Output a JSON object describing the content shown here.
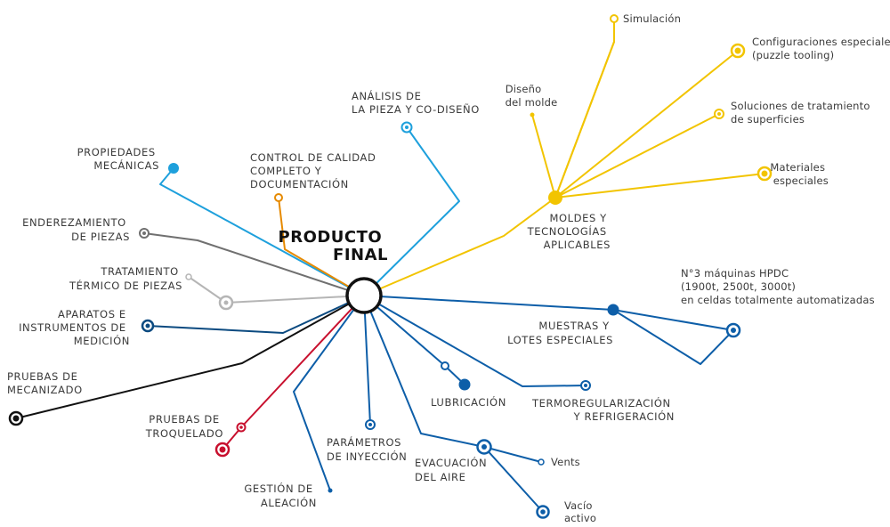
{
  "colors": {
    "blue_light": "#1ea0dc",
    "blue_dark": "#0d5ea8",
    "navy": "#0b4a80",
    "yellow": "#f2c400",
    "orange": "#e68a00",
    "red": "#c8102e",
    "gray_dark": "#707070",
    "gray_light": "#b5b5b5",
    "black": "#111111"
  },
  "center": {
    "line1": "PRODUCTO",
    "line2": "FINAL"
  },
  "branches": {
    "propiedades": [
      "PROPIEDADES",
      "MECÁNICAS"
    ],
    "analisis": [
      "ANÁLISIS DE",
      "LA PIEZA Y CO-DISEÑO"
    ],
    "control": [
      "CONTROL DE CALIDAD",
      "COMPLETO Y",
      "DOCUMENTACIÓN"
    ],
    "enderezamiento": [
      "ENDEREZAMIENTO",
      "DE PIEZAS"
    ],
    "tratamiento": [
      "TRATAMIENTO",
      "TÉRMICO DE PIEZAS"
    ],
    "aparatos": [
      "APARATOS E",
      "INSTRUMENTOS DE",
      "MEDICIÓN"
    ],
    "mecanizado": [
      "PRUEBAS DE",
      "MECANIZADO"
    ],
    "troquelado": [
      "PRUEBAS DE",
      "TROQUELADO"
    ],
    "aleacion": [
      "GESTIÓN DE",
      "ALEACIÓN"
    ],
    "parametros": [
      "PARÁMETROS",
      "DE INYECCIÓN"
    ],
    "evacuacion": [
      "EVACUACIÓN",
      "DEL AIRE"
    ],
    "vents": [
      "Vents"
    ],
    "vacio": [
      "Vacío",
      "activo"
    ],
    "lubricacion": [
      "LUBRICACIÓN"
    ],
    "termo": [
      "TERMOREGULARIZACIÓN",
      "Y REFRIGERACIÓN"
    ],
    "muestras": [
      "MUESTRAS Y",
      "LOTES ESPECIALES"
    ],
    "hpdc": [
      "N°3 máquinas HPDC",
      "(1900t, 2500t, 3000t)",
      "en celdas totalmente automatizadas"
    ],
    "moldes": [
      "MOLDES Y",
      "TECNOLOGÍAS",
      "APLICABLES"
    ],
    "diseno": [
      "Diseño",
      "del molde"
    ],
    "simulacion": [
      "Simulación"
    ],
    "configuraciones": [
      "Configuraciones especiales",
      "(puzzle tooling)"
    ],
    "soluciones": [
      "Soluciones de tratamiento",
      "de superficies"
    ],
    "materiales": [
      "Materiales",
      "especiales"
    ]
  }
}
